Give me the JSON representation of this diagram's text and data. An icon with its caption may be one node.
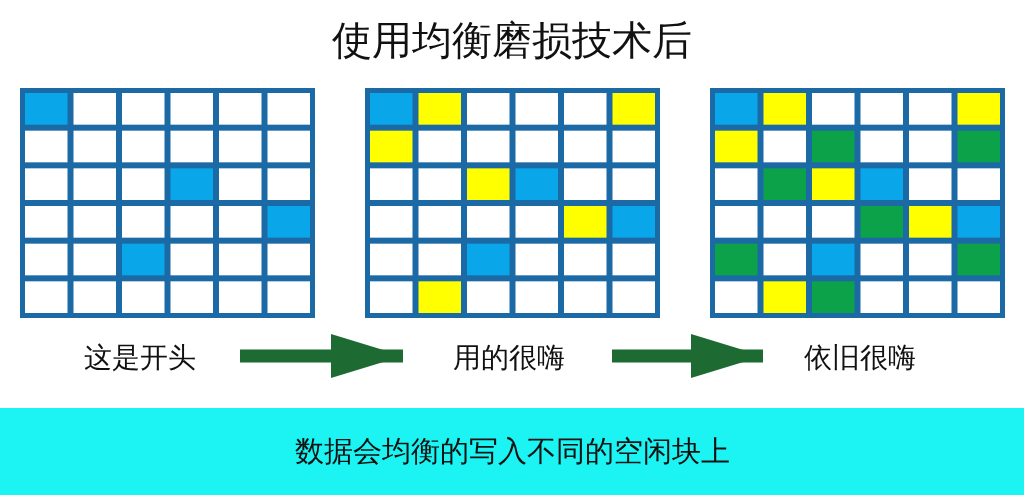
{
  "diagram": {
    "title": "使用均衡磨损技术后",
    "nodes": [
      {
        "text": [
          "这是开头"
        ]
      },
      {
        "text": [
          "用的很嗨"
        ]
      },
      {
        "text": [
          "依旧很嗨"
        ]
      },
      {
        "text": [
          "数据会均衡的写入不同的空闲块上"
        ]
      }
    ],
    "edges": [
      {
        "from": 0,
        "to": 1,
        "arrow": "to"
      },
      {
        "from": 1,
        "to": 2,
        "arrow": "to"
      }
    ]
  }
}
